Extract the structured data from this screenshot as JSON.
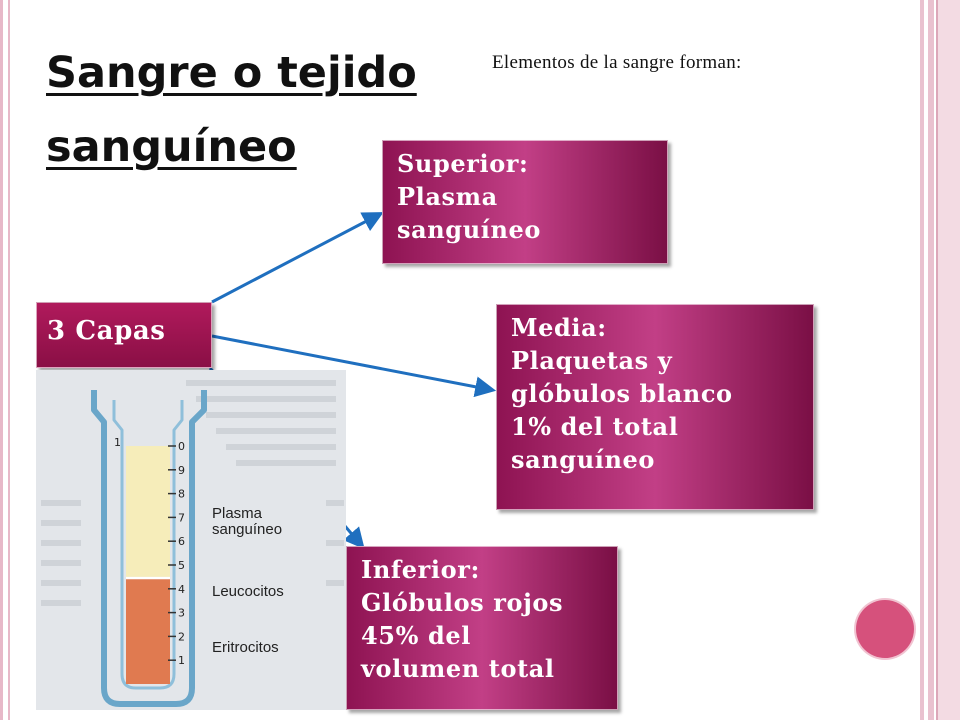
{
  "title": {
    "line1": "Sangre o tejido",
    "line2": "sanguíneo"
  },
  "subtitle": "Elementos de la sangre forman:",
  "center_box": {
    "label": "3 Capas"
  },
  "boxes": {
    "superior": {
      "lines": [
        "Superior:",
        "Plasma",
        "sanguíneo"
      ]
    },
    "media": {
      "lines": [
        "Media:",
        "Plaquetas y",
        "glóbulos blanco",
        "1% del total",
        "sanguíneo"
      ]
    },
    "inferior": {
      "lines": [
        "Inferior:",
        "Glóbulos rojos",
        "45% del",
        "volumen total"
      ]
    }
  },
  "figure": {
    "labels": {
      "plasma_line1": "Plasma",
      "plasma_line2": "sanguíneo",
      "leucocitos": "Leucocitos",
      "eritrocitos": "Eritrocitos"
    },
    "scale": [
      "0",
      "9",
      "8",
      "7",
      "6",
      "5",
      "4",
      "3",
      "2",
      "1"
    ],
    "top_left_mark": "1",
    "fill_fractions": {
      "plasma": 0.55,
      "leucocitos": 0.01,
      "eritrocitos": 0.44
    }
  },
  "colors": {
    "box_primary": "#8e1352",
    "box_highlight": "#c23f86",
    "arrow": "#1f6fbf",
    "plasma": "#f6edba",
    "eritrocitos": "#e07a50",
    "accent_circle": "#d6517c"
  }
}
